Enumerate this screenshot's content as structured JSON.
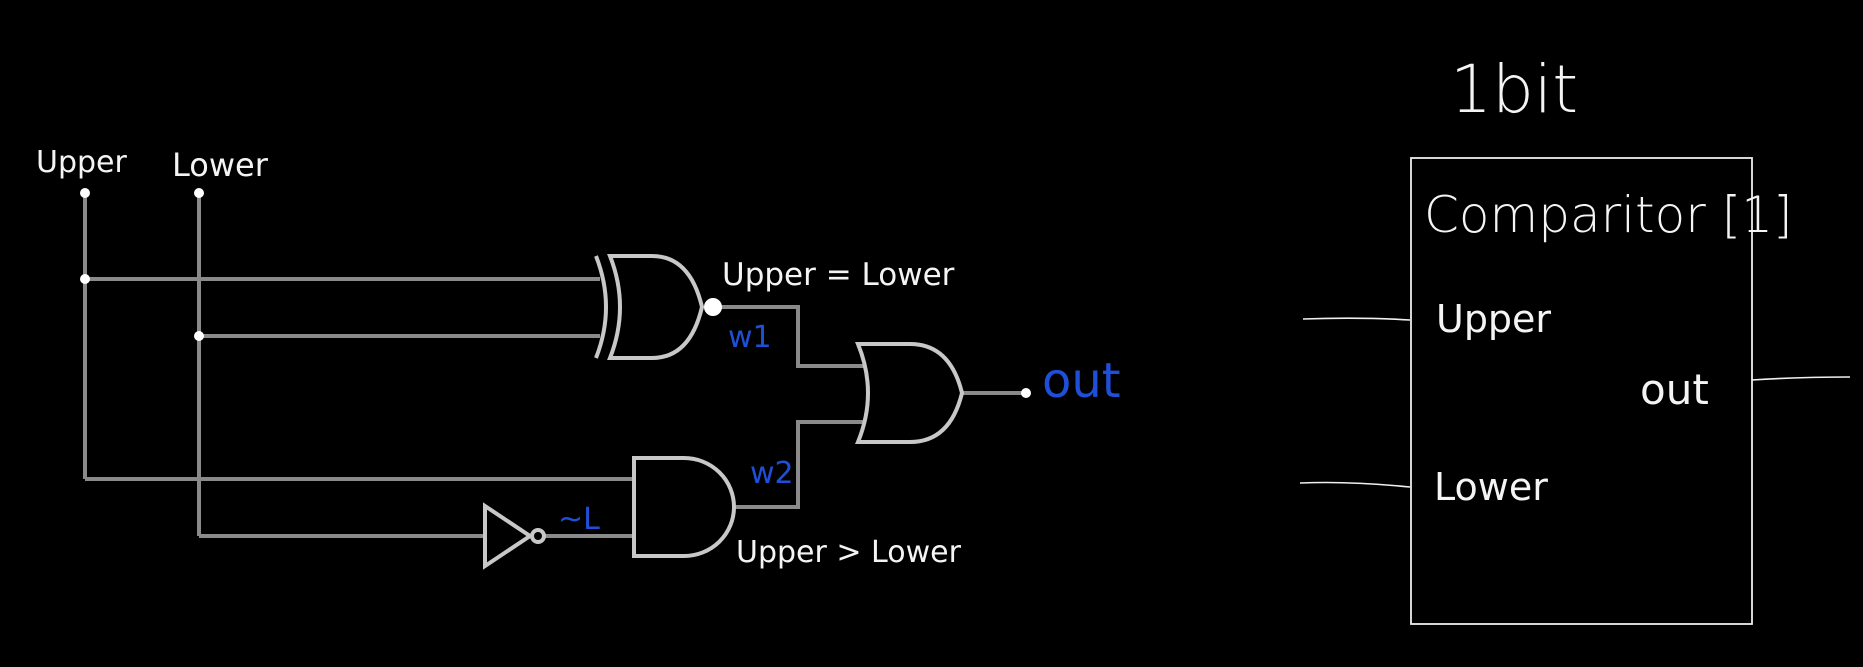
{
  "circuit": {
    "inputs": [
      "Upper",
      "Lower"
    ],
    "xnor_label": "Upper = Lower",
    "and_label": "Upper > Lower",
    "wire_w1": "w1",
    "wire_w2": "w2",
    "not_output": "~L",
    "output": "out"
  },
  "block": {
    "title": "1bit",
    "name": "Comparitor [1]",
    "pin_upper": "Upper",
    "pin_lower": "Lower",
    "pin_out": "out"
  },
  "colors": {
    "background": "#000000",
    "wire": "#8a8a8a",
    "gate": "#c8c8c8",
    "ink": "#f4f4f4",
    "annotation": "#1f4fd8"
  }
}
